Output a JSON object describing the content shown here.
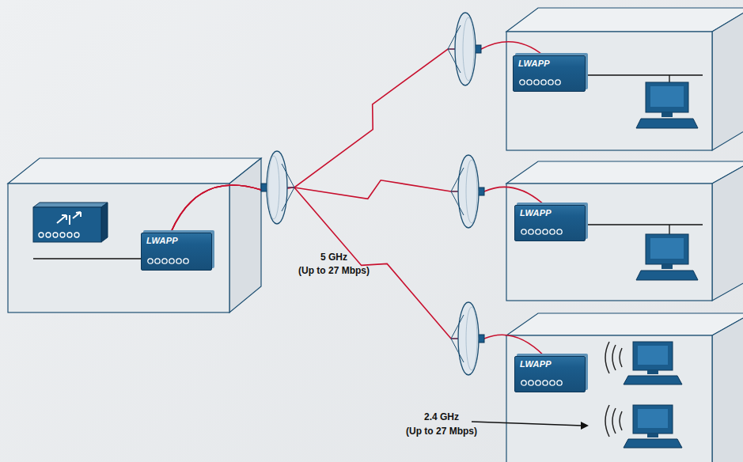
{
  "diagram": {
    "nodes": [
      {
        "text": [
          "LWAPP"
        ]
      },
      {
        "text": [
          "LWAPP"
        ]
      },
      {
        "text": [
          "LWAPP"
        ]
      },
      {
        "text": [
          "LWAPP"
        ]
      }
    ],
    "edges": [
      {
        "from": 0,
        "to": 1,
        "arrow": "none"
      },
      {
        "from": 0,
        "to": 2,
        "arrow": "none"
      },
      {
        "from": 0,
        "to": 3,
        "arrow": "none"
      }
    ],
    "labels": [
      "5 GHz",
      "(Up to 27 Mbps)",
      "2.4 GHz",
      "(Up to 27 Mbps)"
    ]
  }
}
